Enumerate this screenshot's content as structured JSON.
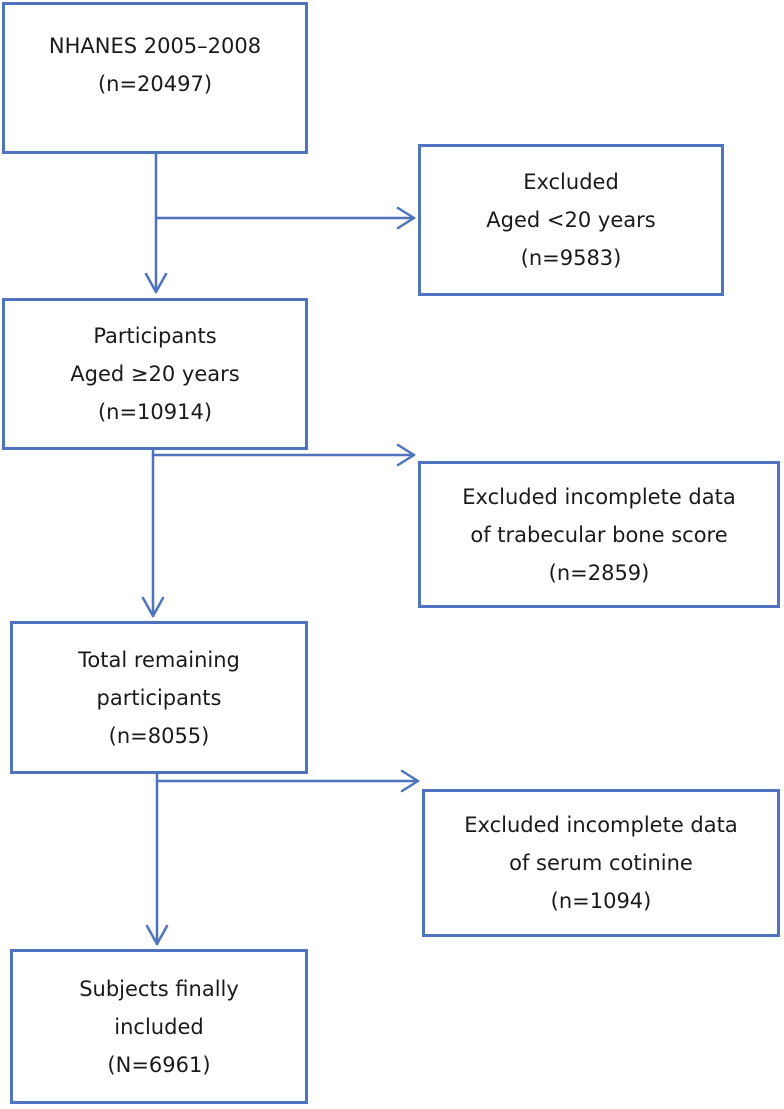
{
  "boxes": [
    {
      "id": "nhanes",
      "lines": [
        "NHANES 2005–2008",
        "(n=20497)"
      ]
    },
    {
      "id": "excluded-age",
      "lines": [
        "Excluded",
        "Aged <20 years",
        "(n=9583)"
      ]
    },
    {
      "id": "participants",
      "lines": [
        "Participants",
        "Aged ≥20 years",
        "(n=10914)"
      ]
    },
    {
      "id": "excluded-tbs",
      "lines": [
        "Excluded incomplete data",
        "of trabecular bone score",
        "(n=2859)"
      ]
    },
    {
      "id": "remaining",
      "lines": [
        "Total remaining",
        "participants",
        "(n=8055)"
      ]
    },
    {
      "id": "excluded-cotinine",
      "lines": [
        "Excluded incomplete data",
        "of serum cotinine",
        "(n=1094)"
      ]
    },
    {
      "id": "final",
      "lines": [
        "Subjects finally",
        "included",
        "(N=6961)"
      ]
    }
  ],
  "colors": {
    "line": "#4f73bd"
  }
}
